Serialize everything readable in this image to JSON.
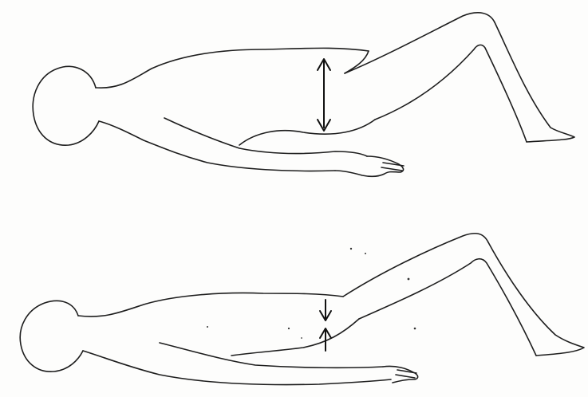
{
  "figures": [
    {
      "name": "supine-figure-top",
      "arrow": "double-headed-vertical-arrow"
    },
    {
      "name": "supine-figure-bottom",
      "arrow": "converging-vertical-arrows"
    }
  ],
  "colors": {
    "ink": "#1d1d1d",
    "paper": "#fdfdfc"
  }
}
